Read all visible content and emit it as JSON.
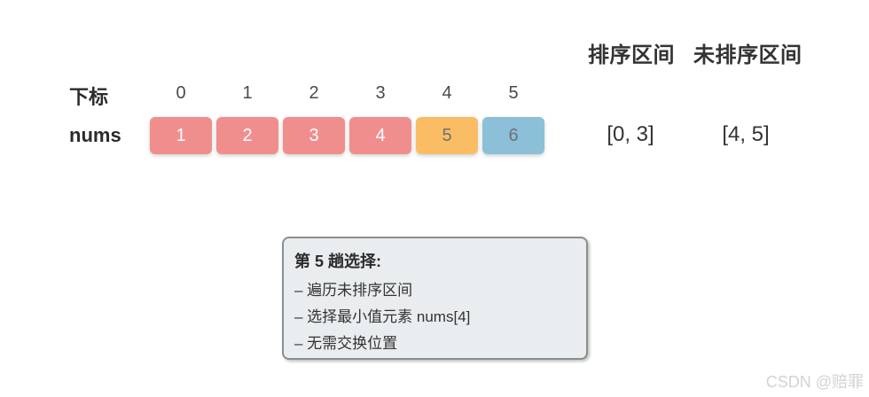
{
  "title_headers": {
    "sorted": "排序区间",
    "unsorted": "未排序区间"
  },
  "row_labels": {
    "index": "下标",
    "nums": "nums"
  },
  "array": {
    "indices": [
      "0",
      "1",
      "2",
      "3",
      "4",
      "5"
    ],
    "cells": [
      {
        "value": "1",
        "state": "sorted",
        "color": "#F08E8E",
        "text_color": "#FFFFFF"
      },
      {
        "value": "2",
        "state": "sorted",
        "color": "#F08E8E",
        "text_color": "#FFFFFF"
      },
      {
        "value": "3",
        "state": "sorted",
        "color": "#F08E8E",
        "text_color": "#FFFFFF"
      },
      {
        "value": "4",
        "state": "sorted",
        "color": "#F08E8E",
        "text_color": "#FFFFFF"
      },
      {
        "value": "5",
        "state": "minimum",
        "color": "#FBBD63",
        "text_color": "#6E7273"
      },
      {
        "value": "6",
        "state": "unsorted",
        "color": "#8BC0D8",
        "text_color": "#6E7273"
      }
    ]
  },
  "intervals": {
    "sorted": "[0, 3]",
    "unsorted": "[4, 5]"
  },
  "note_box": {
    "title": "第 5 趟选择:",
    "bullets": [
      "– 遍历未排序区间",
      "– 选择最小值元素 nums[4]",
      "– 无需交换位置"
    ]
  },
  "watermark": "CSDN @赔罪",
  "colors": {
    "sorted_cell": "#F08E8E",
    "min_cell": "#FBBD63",
    "unsorted_cell": "#8BC0D8",
    "note_bg": "#E9EDEF",
    "note_border": "#8A8E8F",
    "watermark": "#D3D3D3"
  }
}
